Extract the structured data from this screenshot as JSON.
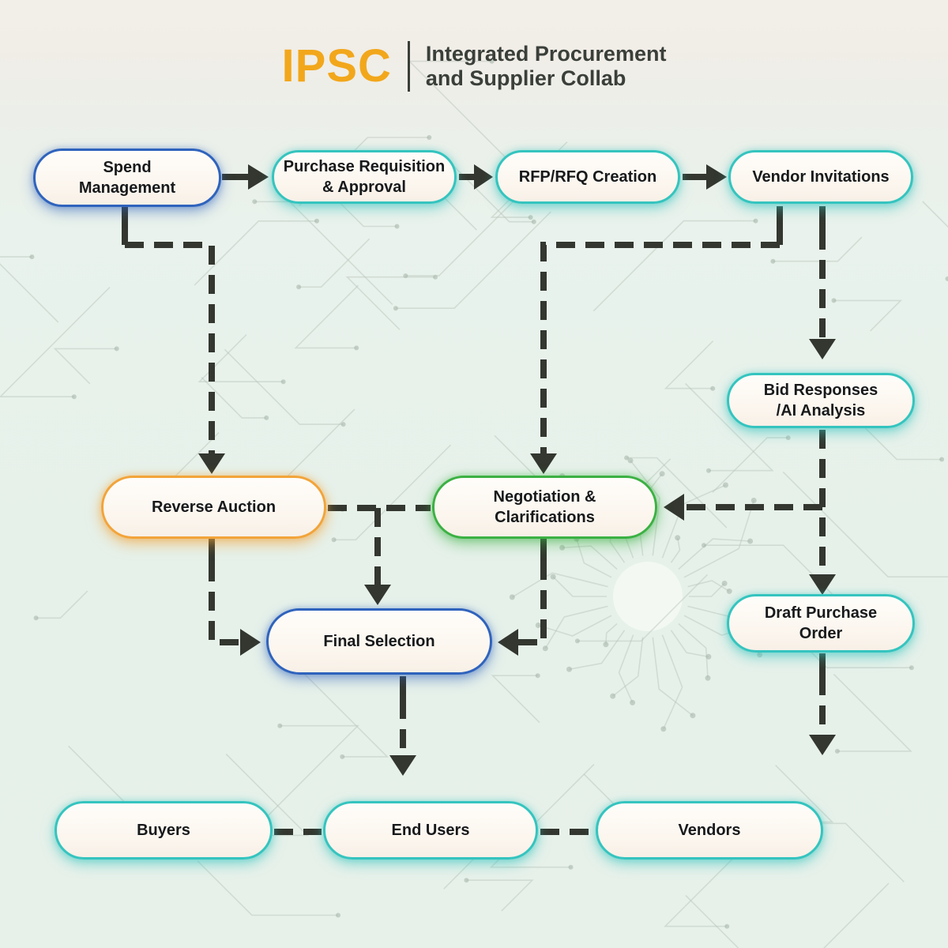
{
  "header": {
    "logo": "IPSC",
    "title_line1": "Integrated Procurement",
    "title_line2": "and Supplier Collab"
  },
  "nodes": {
    "spend": {
      "line1": "Spend",
      "line2": "Management"
    },
    "purchase": {
      "line1": "Purchase Requisition",
      "line2": "& Approval"
    },
    "rfp": {
      "line1": "RFP/RFQ Creation"
    },
    "vendor_invitations": {
      "line1": "Vendor Invitations"
    },
    "bid_responses": {
      "line1": "Bid Responses",
      "line2": "/AI Analysis"
    },
    "reverse_auction": {
      "line1": "Reverse Auction"
    },
    "negotiation": {
      "line1": "Negotiation &",
      "line2": "Clarifications"
    },
    "draft_po": {
      "line1": "Draft Purchase",
      "line2": "Order"
    },
    "final_selection": {
      "line1": "Final Selection"
    },
    "buyers": {
      "line1": "Buyers"
    },
    "end_users": {
      "line1": "End Users"
    },
    "vendors": {
      "line1": "Vendors"
    }
  },
  "colors": {
    "accent_cyan": "#35c4bf",
    "accent_blue": "#2f63bd",
    "accent_orange": "#f2a43a",
    "accent_green": "#3bb143",
    "connector": "#33372f",
    "logo_orange": "#f2a71b",
    "box_fill": "#fbf5ed",
    "background_top": "#f1ede7",
    "background_main": "#e7f1ea"
  }
}
